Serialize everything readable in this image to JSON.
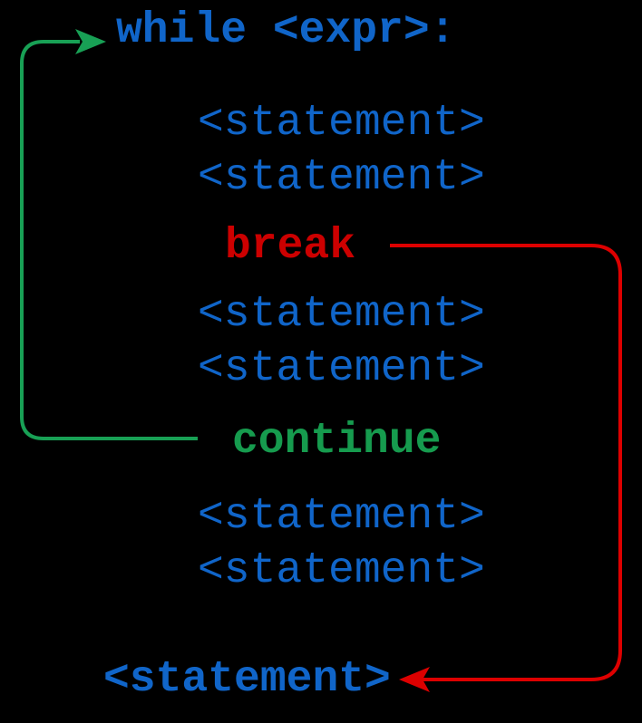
{
  "colors": {
    "background": "#000000",
    "code_blue": "#1065c9",
    "break_red": "#cc0000",
    "break_arrow_red": "#dd0000",
    "continue_green": "#169b4e",
    "continue_arrow_green": "#18a055"
  },
  "code": {
    "while_line": "while <expr>:",
    "statements": [
      "<statement>",
      "<statement>",
      "<statement>",
      "<statement>",
      "<statement>",
      "<statement>"
    ],
    "break_label": "break",
    "continue_label": "continue",
    "final_statement": "<statement>"
  }
}
